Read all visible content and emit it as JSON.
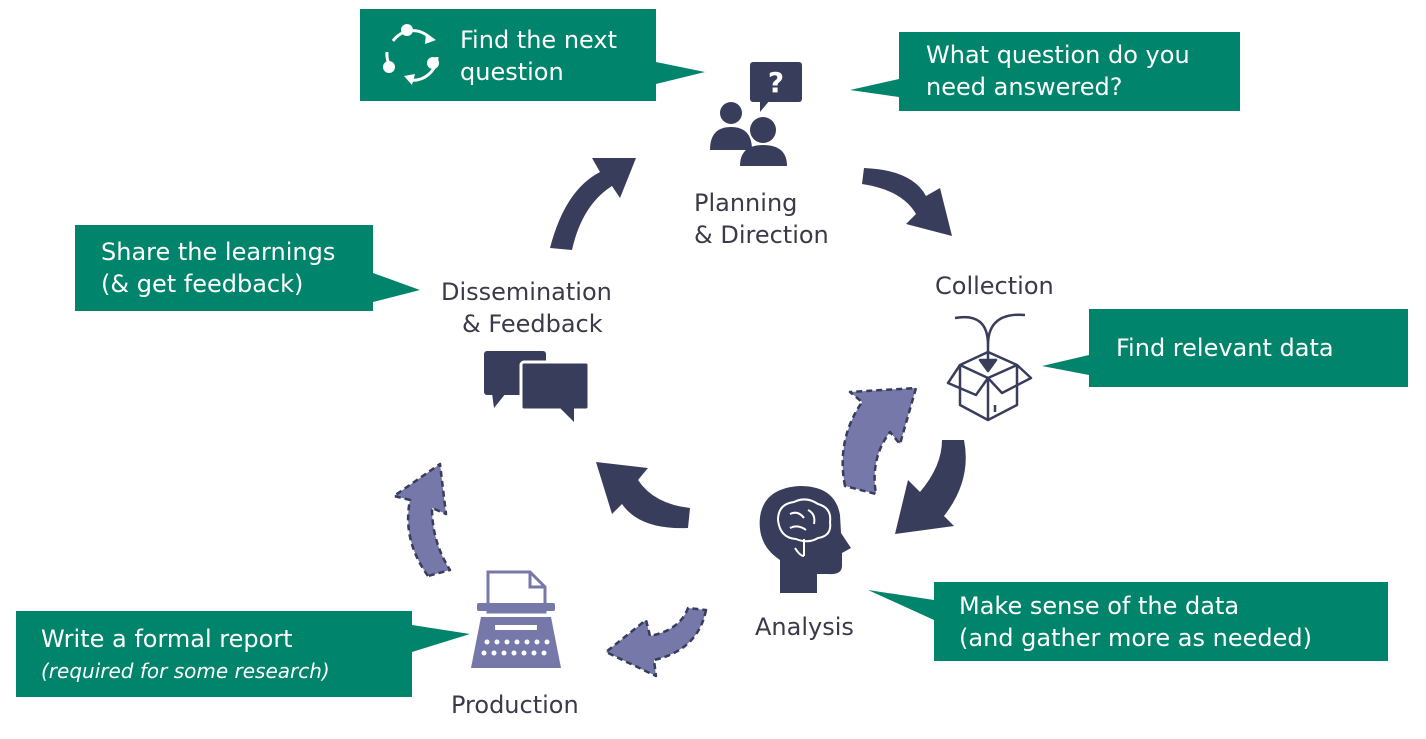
{
  "colors": {
    "callout_bg": "#00846b",
    "stage_text": "#3a3a4a",
    "solid_arrow": "#393d5c",
    "dashed_arrow_fill": "#7578a8",
    "dashed_arrow_stroke": "#393d5c",
    "icon": "#393d5c"
  },
  "stages": {
    "planning": {
      "line1": "Planning",
      "line2": "& Direction",
      "icon": "people-question-icon"
    },
    "collection": {
      "line1": "Collection",
      "icon": "box-funnel-icon"
    },
    "analysis": {
      "line1": "Analysis",
      "icon": "head-brain-icon"
    },
    "production": {
      "line1": "Production",
      "icon": "typewriter-icon"
    },
    "dissemination": {
      "line1": "Dissemination",
      "line2": "& Feedback",
      "icon": "chat-bubbles-icon"
    }
  },
  "callouts": {
    "next_question": {
      "line1": "Find the next",
      "line2": "question",
      "icon": "cycle-icon"
    },
    "question": {
      "line1": "What question do you",
      "line2": "need answered?"
    },
    "data": {
      "line1": "Find relevant data"
    },
    "sense": {
      "line1": "Make sense of the data",
      "line2": "(and gather more as needed)"
    },
    "report": {
      "line1": "Write a formal report",
      "line2": "(required for some research)"
    },
    "share": {
      "line1": "Share the learnings",
      "line2": "(& get feedback)"
    }
  },
  "arrows": {
    "solid": [
      "planning-to-collection",
      "collection-to-analysis",
      "analysis-to-dissemination",
      "dissemination-to-planning"
    ],
    "dashed": [
      "analysis-to-collection",
      "analysis-to-production",
      "production-to-dissemination"
    ]
  }
}
